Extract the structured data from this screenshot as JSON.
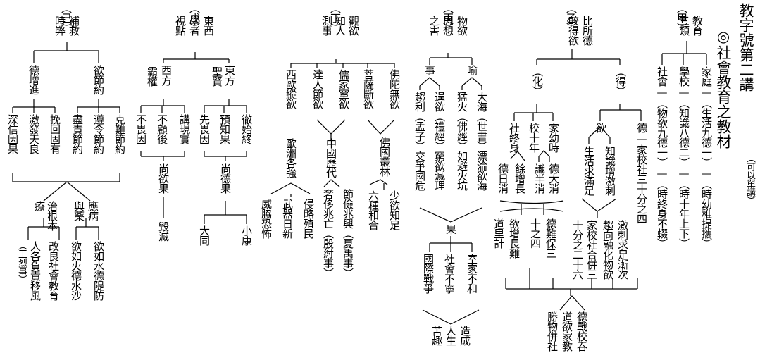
{
  "header": {
    "title": "教字號第二講",
    "subtitle": "◎社會教育之教材",
    "note": "（可以單講）"
  },
  "col_jia": {
    "label": "（甲）",
    "heading": [
      "教育",
      "三類"
    ],
    "items": [
      "家庭—（生活九德一）—（時幼稚提攜）",
      "學校—（知識八德二）—（時十年上下）",
      "社會—（物欲九德一）—（時終身不輟）"
    ]
  },
  "col_yi": {
    "label": "（乙）",
    "heading": [
      "比所德",
      "較得欲"
    ],
    "hua": "（化）",
    "de": "（得）",
    "hua_items": [
      "社終身",
      "校十年",
      "家幼時"
    ],
    "hua_lower": [
      "德日消",
      "餘增長",
      "識半消",
      "德大消"
    ],
    "de_yu": "欲",
    "de_yu_items": [
      "生活求滿足",
      "知識增激刺"
    ],
    "de_jiaoshe": "德—家校社三十分之四",
    "mid": [
      "道里計",
      "欲增長難",
      "十之四",
      "德難保三"
    ],
    "right_mid": [
      "家校社合併三",
      "十分之二十六",
      "趨向融化物欲",
      "激刺求足漸次"
    ],
    "bottom": [
      "勝物併社",
      "道欲家教",
      "德戰校吞"
    ]
  },
  "col_bing": {
    "label": "（丙）",
    "heading": [
      "物",
      "思",
      "之害"
    ],
    "heading_cols": [
      "物欲",
      "思想",
      "之害"
    ],
    "shi": "事",
    "yu": "喻",
    "shi_items": [
      "趨利（孟子）交爭國危",
      "逞欲（禮經）窮欲滅理"
    ],
    "yu_items": [
      "猛火（佛經）如避火坑",
      "大海（世書）漂淪欲海"
    ],
    "guo": "果",
    "guo_items": [
      "國際戰爭",
      "社會不寧",
      "室家不和"
    ],
    "result": [
      "造成",
      "人生",
      "苦趣"
    ]
  },
  "col_ding": {
    "label": "（丁）",
    "heading": [
      "觀欲",
      "知人",
      "測事"
    ],
    "items": [
      "佛陀無欲",
      "菩薩斷欲",
      "儒家窒欲",
      "達人節欲",
      "西歐縱欲"
    ],
    "fo_sub": "佛國叢林",
    "fo_sub2": "少欲知足",
    "fo_sub3": "六種和合",
    "zhongguo": "中國歷代",
    "zg_items": [
      "節儉兆興（夏禹事）",
      "奢侈兆亡（殷紂事）"
    ],
    "ouzhou": "歐洲各強",
    "oz_items": [
      "侵略殖民",
      "武器日新",
      "威脇恐怖"
    ]
  },
  "col_wu": {
    "label": "（戊）",
    "heading": [
      "東西",
      "學者",
      "視點"
    ],
    "east": [
      "東",
      "方"
    ],
    "east_sub": "聖賢",
    "west": [
      "西",
      "方"
    ],
    "west_sub": "霸權",
    "east_items": [
      "徹始終",
      "預知果",
      "先畏因"
    ],
    "west_items": [
      "講現實",
      "不顧後",
      "不畏因"
    ],
    "east_result": "尚德果",
    "west_result": "尚欲果",
    "east_ends": [
      "小康",
      "大同"
    ],
    "west_end": "毀滅"
  },
  "col_ji": {
    "label": "（己）",
    "heading": [
      "補救",
      "時弊"
    ],
    "a": "欲節約",
    "b": "德增進",
    "a_items": [
      "克難節約",
      "遵令節約",
      "盡責節約"
    ],
    "b_items": [
      "挽回固有",
      "激發天良",
      "深信因果"
    ],
    "zhiliao": [
      "治根本",
      "療"
    ],
    "yingbing": [
      "應病",
      "與藥"
    ],
    "bottom": [
      "欲如水德隄防",
      "欲如火德水沙",
      "改良社會教育",
      "人各負責移風",
      "（王烈事）"
    ]
  }
}
